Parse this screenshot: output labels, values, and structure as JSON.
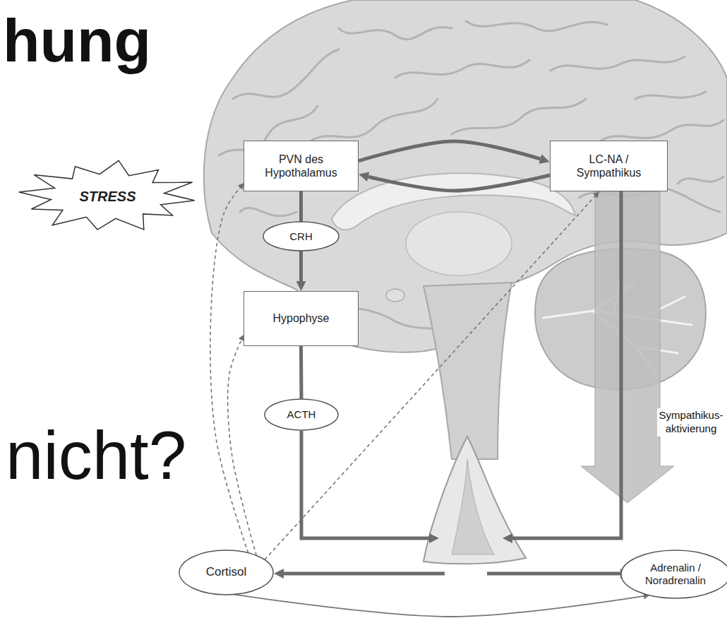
{
  "diagram": {
    "title": "hung",
    "nodes": [
      {
        "text": [
          "STRESS"
        ]
      },
      {
        "text": [
          "PVN des Hypothalamus"
        ]
      },
      {
        "text": [
          "LC-NA / Sympathikus"
        ]
      },
      {
        "text": [
          "CRH"
        ]
      },
      {
        "text": [
          "Hypophyse"
        ]
      },
      {
        "text": [
          "ACTH"
        ]
      },
      {
        "text": [
          "Cortisol"
        ]
      },
      {
        "text": [
          "Adrenalin / Noradrenalin"
        ]
      }
    ],
    "edges": [
      {
        "from": 1,
        "to": 2,
        "arrow": "to"
      },
      {
        "from": 2,
        "to": 1,
        "arrow": "to"
      },
      {
        "from": 1,
        "to": 3,
        "arrow": "none"
      },
      {
        "from": 3,
        "to": 4,
        "arrow": "to"
      },
      {
        "from": 4,
        "to": 5,
        "arrow": "none"
      },
      {
        "from": 6,
        "to": 1,
        "arrow": "to"
      },
      {
        "from": 6,
        "to": 4,
        "arrow": "to"
      },
      {
        "from": 6,
        "to": 2,
        "arrow": "to"
      },
      {
        "from": 6,
        "to": 7,
        "arrow": "to"
      }
    ],
    "labels": [
      "nicht?",
      "Sympathikus- aktivierung"
    ]
  }
}
